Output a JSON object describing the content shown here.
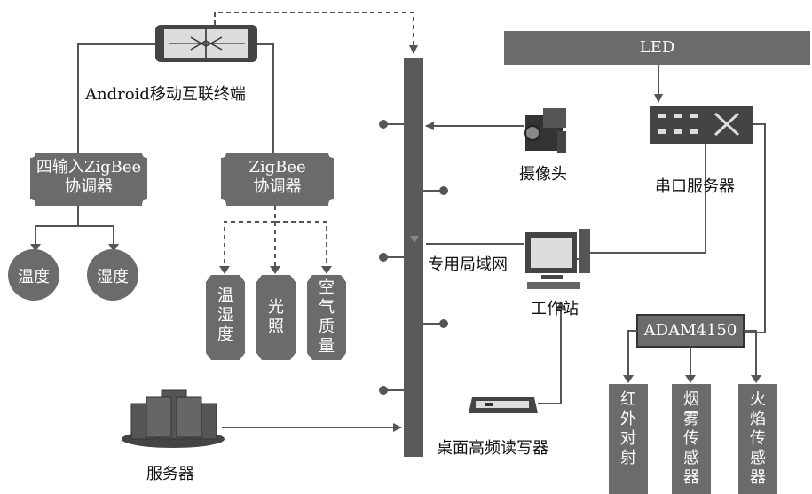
{
  "android_terminal": "Android移动互联终端",
  "zigbee4_coordinator": {
    "line1": "四输入ZigBee",
    "line2": "协调器"
  },
  "zigbee_coordinator": {
    "line1": "ZigBee",
    "line2": "协调器"
  },
  "temp": "温度",
  "humidity": "湿度",
  "sensor_temp_hum": [
    "温",
    "湿",
    "度"
  ],
  "sensor_light": [
    "光",
    "照"
  ],
  "sensor_air": [
    "空",
    "气",
    "质",
    "量"
  ],
  "camera": "摄像头",
  "lan": "专用局域网",
  "workstation": "工作站",
  "led": "LED",
  "serial_server": "串口服务器",
  "adam": "ADAM4150",
  "infrared": [
    "红",
    "外",
    "对",
    "射"
  ],
  "smoke": [
    "烟",
    "雾",
    "传",
    "感",
    "器"
  ],
  "flame": [
    "火",
    "焰",
    "传",
    "感",
    "器"
  ],
  "server": "服务器",
  "rfid_reader": "桌面高频读写器",
  "colors": {
    "node_fill": "#6b6b6b",
    "bus_fill": "#5a5a5a",
    "line": "#555555",
    "text": "#111111"
  }
}
